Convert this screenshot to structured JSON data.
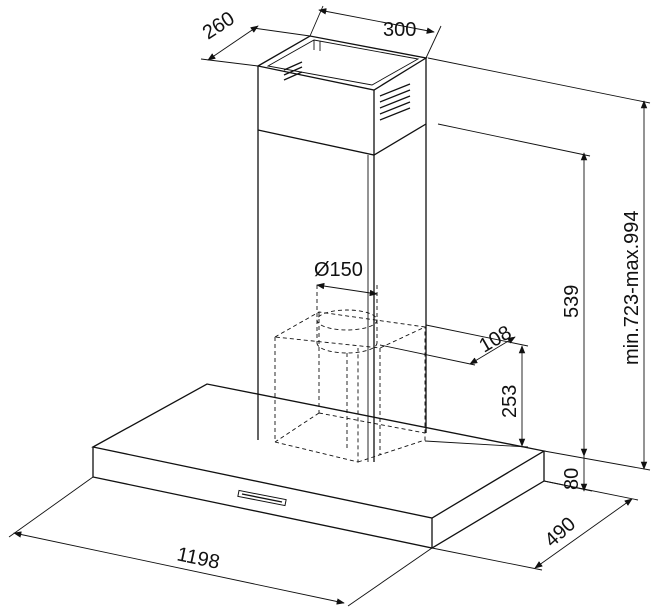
{
  "dimensions": {
    "chimney_depth": "260",
    "chimney_width": "300",
    "duct_diameter": "Ø150",
    "duct_offset": "108",
    "duct_height": "253",
    "chimney_lower_height": "539",
    "total_height": "min.723-max.994",
    "canopy_thickness": "80",
    "canopy_depth": "490",
    "canopy_width": "1198"
  }
}
